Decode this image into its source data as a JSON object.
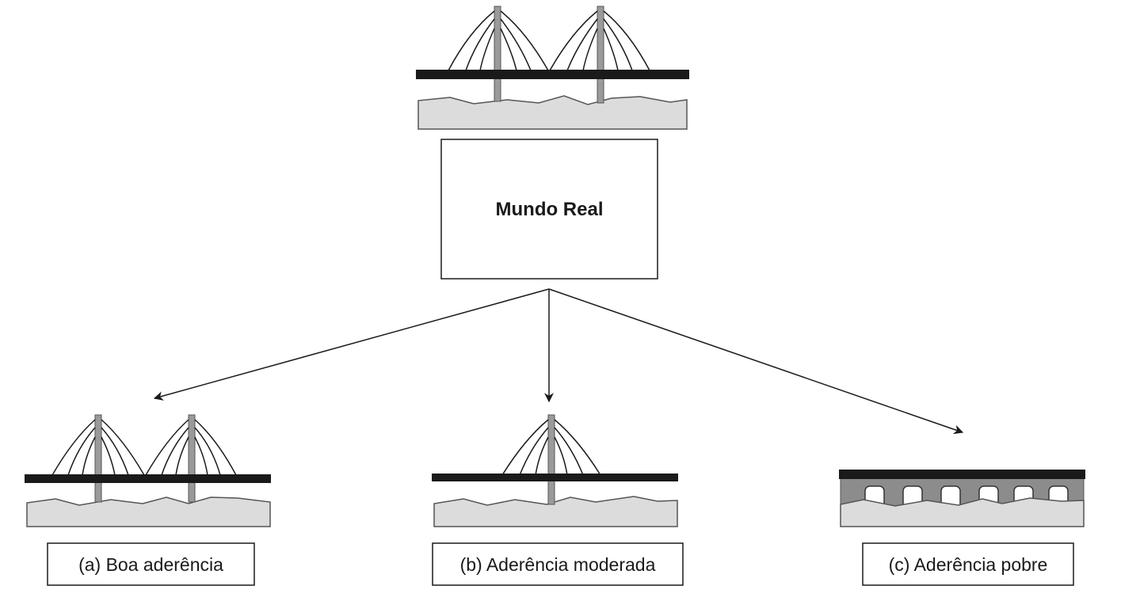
{
  "real_world": {
    "label": "Mundo Real"
  },
  "cases": [
    {
      "label": "(a) Boa aderência"
    },
    {
      "label": "(b) Aderência moderada"
    },
    {
      "label": "(c) Aderência pobre"
    }
  ],
  "colors": {
    "ink": "#1a1a1a",
    "ground": "#dcdcdc",
    "tower": "#9a9a9a",
    "fill": "#8c8c8c"
  }
}
